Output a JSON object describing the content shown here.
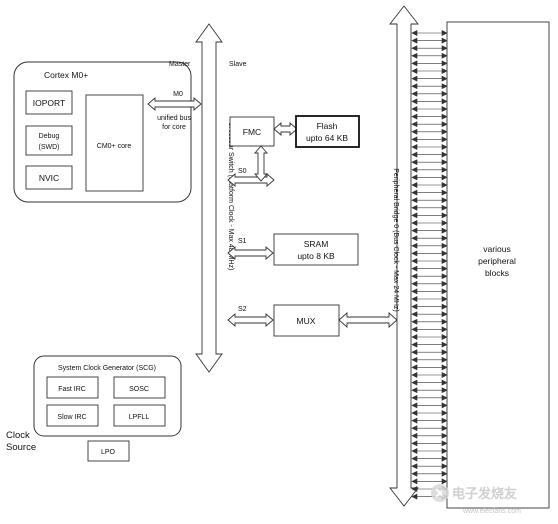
{
  "cortex": {
    "title": "Cortex M0+",
    "blocks": {
      "ioport": "IOPORT",
      "debug_line1": "Debug",
      "debug_line2": "(SWD)",
      "nvic": "NVIC",
      "core": "CM0+ core"
    },
    "bus_label": "M0",
    "bus_note": [
      "unified bus",
      "for core"
    ]
  },
  "crossbar": {
    "master": "Master",
    "slave": "Slave",
    "label": "Crossbar Switch (Platform Clock - Max 48 MHz)"
  },
  "slaves": {
    "fmc": "FMC",
    "flash_line1": "Flash",
    "flash_line2": "upto 64 KB",
    "s0": "S0",
    "s1": "S1",
    "sram_line1": "SRAM",
    "sram_line2": "upto 8 KB",
    "s2": "S2",
    "mux": "MUX"
  },
  "bridge": {
    "label": "Peripheral Bridge 0 (Bus Clock - Max 24 MHz)"
  },
  "peripherals": {
    "line1": "various",
    "line2": "peripheral",
    "line3": "blocks"
  },
  "scg": {
    "title": "System Clock Generator (SCG)",
    "fast_irc": "Fast IRC",
    "sosc": "SOSC",
    "slow_irc": "Slow IRC",
    "lpfll": "LPFLL",
    "lpo": "LPO",
    "clock_line1": "Clock",
    "clock_line2": "Source"
  },
  "watermark": {
    "brand": "电子发烧友",
    "site": "www.elecfans.com"
  }
}
